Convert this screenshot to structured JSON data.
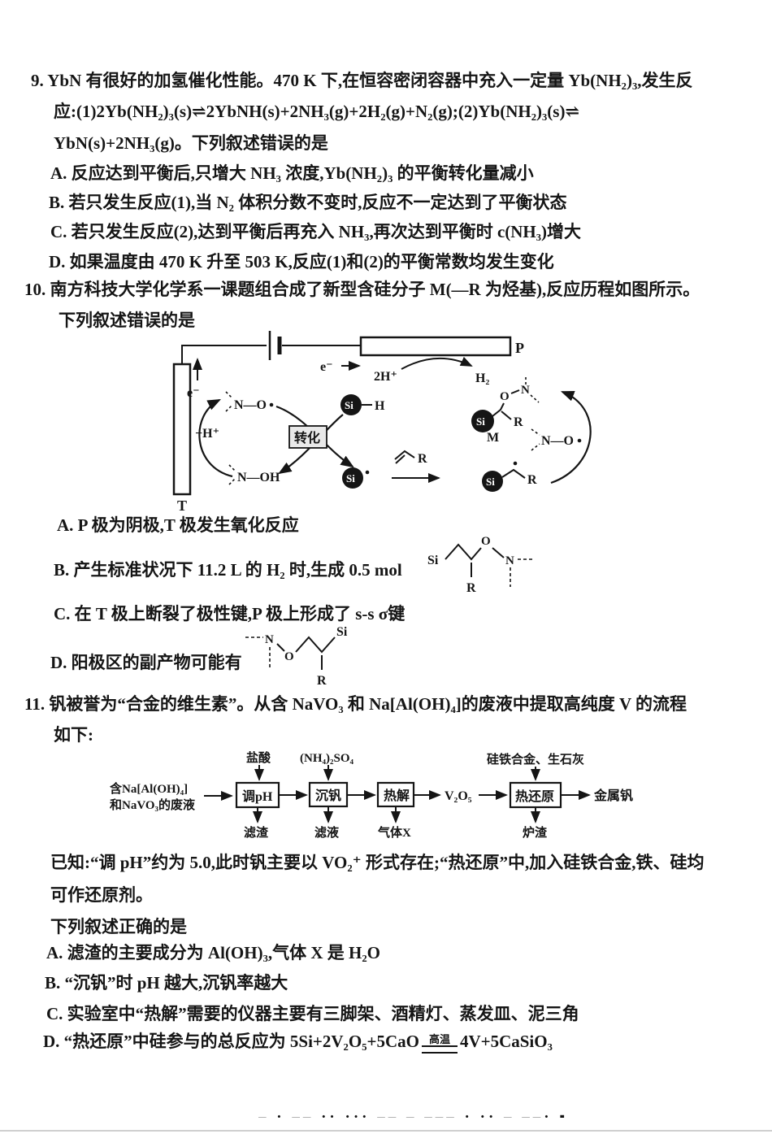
{
  "q9": {
    "lines": [
      "9. YbN 有很好的加氢催化性能。470 K 下,在恒容密闭容器中充入一定量 Yb(NH₂)₃,发生反",
      "应:(1)2Yb(NH₂)₃(s)⇌2YbNH(s)+2NH₃(g)+2H₂(g)+N₂(g);(2)Yb(NH₂)₃(s)⇌",
      "YbN(s)+2NH₃(g)。下列叙述错误的是"
    ],
    "options": [
      "A. 反应达到平衡后,只增大 NH₃ 浓度,Yb(NH₂)₃ 的平衡转化量减小",
      "B. 若只发生反应(1),当 N₂ 体积分数不变时,反应不一定达到了平衡状态",
      "C. 若只发生反应(2),达到平衡后再充入 NH₃,再次达到平衡时 c(NH₃)增大",
      "D. 如果温度由 470 K 升至 503 K,反应(1)和(2)的平衡常数均发生变化"
    ]
  },
  "q10": {
    "lines": [
      "10. 南方科技大学化学系一课题组合成了新型含硅分子 M(—R 为烃基),反应历程如图所示。",
      "下列叙述错误的是"
    ],
    "optionA": "A. P 极为阴极,T 极发生氧化反应",
    "optionB_text": "B. 产生标准状况下 11.2 L 的 H₂ 时,生成 0.5 mol",
    "optionC": "C. 在 T 极上断裂了极性键,P 极上形成了 s-s σ键",
    "optionD_text": "D. 阳极区的副产物可能有",
    "diagram": {
      "electrode_t": "T",
      "electrode_p": "P",
      "electron": "e⁻",
      "protons": "2H⁺",
      "hydrogen": "H₂",
      "minus_h": "−H⁺",
      "convert_label": "转化",
      "si": "Si",
      "h_label": "H",
      "r_label": "R",
      "m_label": "M",
      "n_o": "N—O",
      "n_oh": "N—OH",
      "o_label": "O",
      "n_label": "N"
    }
  },
  "q11": {
    "lines": [
      "11. 钒被誉为“合金的维生素”。从含 NaVO₃ 和 Na[Al(OH)₄]的废液中提取高纯度 V 的流程",
      "如下:"
    ],
    "known": [
      "已知:“调 pH”约为 5.0,此时钒主要以 VO₂⁺ 形式存在;“热还原”中,加入硅铁合金,铁、硅均",
      "可作还原剂。"
    ],
    "stem": "下列叙述正确的是",
    "optionA": "A. 滤渣的主要成分为 Al(OH)₃,气体 X 是 H₂O",
    "optionB": "B. “沉钒”时 pH 越大,沉钒率越大",
    "optionC": "C. 实验室中“热解”需要的仪器主要有三脚架、酒精灯、蒸发皿、泥三角",
    "optionD_prefix": "D. “热还原”中硅参与的总反应为 5Si+2V₂O₅+5CaO",
    "optionD_condition": "高温",
    "optionD_suffix": "4V+5CaSiO₃",
    "flowchart": {
      "input_line1": "含Na[Al(OH)₄]",
      "input_line2": "和NaVO₃的废液",
      "box1": "调pH",
      "box2": "沉钒",
      "box3": "热解",
      "box4": "热还原",
      "top1": "盐酸",
      "top2": "(NH₄)₂SO₄",
      "top3": "硅铁合金、生石灰",
      "down1": "滤渣",
      "down2": "滤液",
      "down3": "气体X",
      "down4": "炉渣",
      "mid_product": "V₂O₅",
      "final_product": "金属钒"
    }
  },
  "footer": {
    "marks": "‒ ·  ‒‒ ·· ···   ‒‒ ‒ ‒‒‒ · ··  ‒ ‒‒· ▪"
  }
}
